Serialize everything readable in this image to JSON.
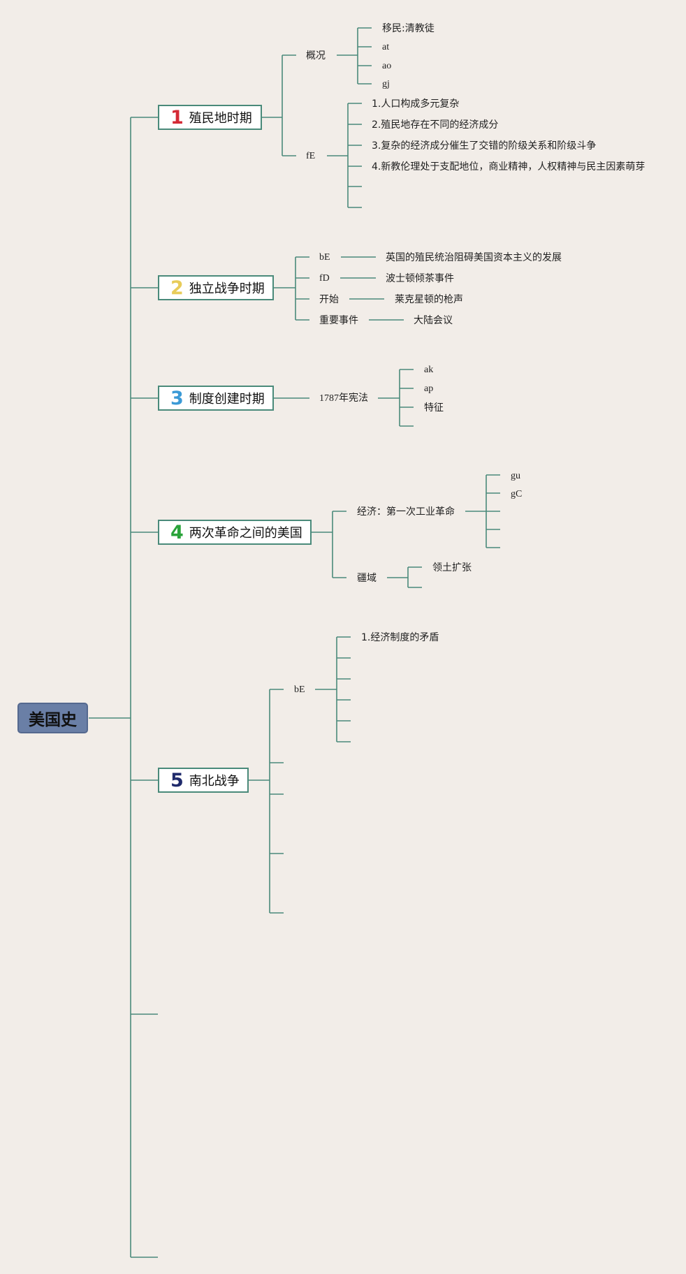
{
  "root": "美国史",
  "topics": [
    {
      "num": "1",
      "title": "殖民地时期"
    },
    {
      "num": "2",
      "title": "独立战争时期"
    },
    {
      "num": "3",
      "title": "制度创建时期"
    },
    {
      "num": "4",
      "title": "两次革命之间的美国"
    },
    {
      "num": "5",
      "title": "南北战争"
    }
  ],
  "t1": {
    "gaikuang": "概况",
    "gaikuang_items": [
      "移民:清教徒",
      "at",
      "ao",
      "gj"
    ],
    "fe": "fE",
    "fe_items": [
      "1.人口构成多元复杂",
      "2.殖民地存在不同的经济成分",
      "3.复杂的经济成分催生了交错的阶级关系和阶级斗争",
      "4.新教伦理处于支配地位，商业精神，人权精神与民主因素萌芽"
    ]
  },
  "t2": {
    "rows": [
      {
        "key": "bE",
        "value": "英国的殖民统治阻碍美国资本主义的发展"
      },
      {
        "key": "fD",
        "value": "波士顿倾茶事件"
      },
      {
        "key": "开始",
        "value": "莱克星顿的枪声"
      },
      {
        "key": "重要事件",
        "value": "大陆会议"
      }
    ]
  },
  "t3": {
    "label": "1787年宪法",
    "items": [
      "ak",
      "ap",
      "特征"
    ]
  },
  "t4": {
    "econ": "经济：第一次工业革命",
    "econ_items": [
      "gu",
      "gC"
    ],
    "land": "疆域",
    "land_items": [
      "领土扩张"
    ]
  },
  "t5": {
    "be": "bE",
    "be_items": [
      "1.经济制度的矛盾"
    ]
  }
}
